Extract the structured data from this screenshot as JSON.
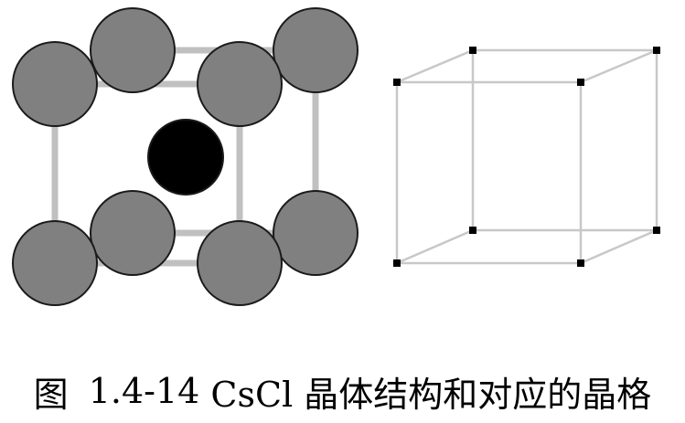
{
  "figure": {
    "label": "图",
    "number": "1.4-14",
    "title": "CsCl 晶体结构和对应的晶格"
  },
  "colors": {
    "cl_ion": "#808080",
    "cs_ion": "#000000",
    "ion_outline": "#1a1a1a",
    "structure_edge": "#c0c0c0",
    "lattice_edge": "#c8c8c8",
    "lattice_point": "#000000"
  }
}
